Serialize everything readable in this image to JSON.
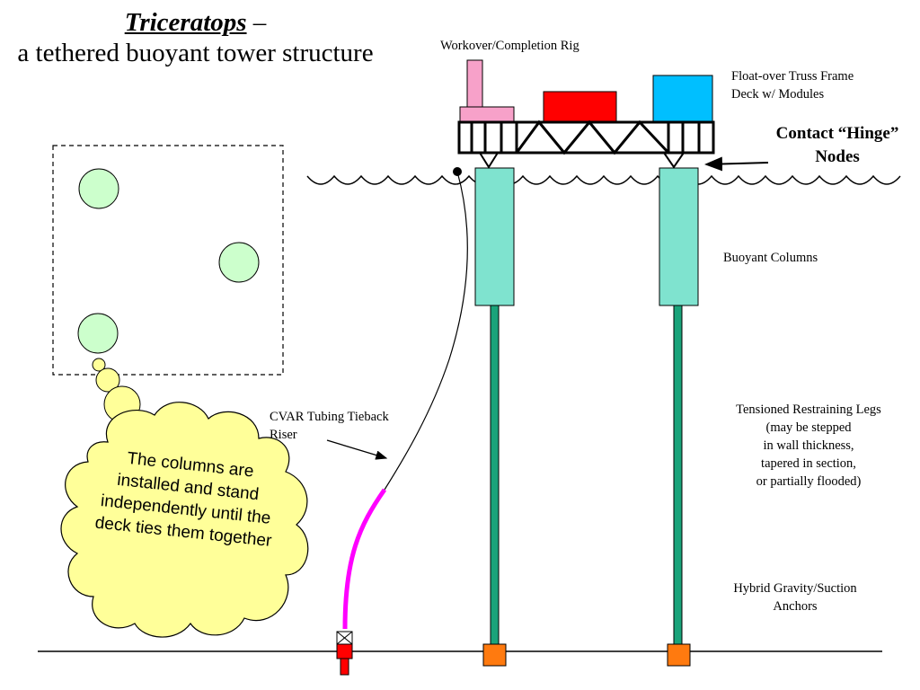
{
  "title": {
    "name": "Triceratops",
    "dash": " –",
    "subtitle": "a tethered buoyant tower structure"
  },
  "labels": {
    "rig": "Workover/Completion Rig",
    "deck": "Float-over Truss Frame Deck w/ Modules",
    "hinge": "Contact “Hinge” Nodes",
    "columns": "Buoyant Columns",
    "legs_1": "Tensioned Restraining Legs",
    "legs_2": "(may be stepped",
    "legs_3": "in wall thickness,",
    "legs_4": "tapered in section,",
    "legs_5": "or partially flooded)",
    "anchors_1": "Hybrid Gravity/Suction",
    "anchors_2": "Anchors",
    "riser_1": "CVAR Tubing Tieback",
    "riser_2": "Riser"
  },
  "thought_cloud": {
    "text": "The columns are installed and stand independently until the deck ties them together"
  },
  "colors": {
    "column": "#7fe3cf",
    "leg": "#1aa37a",
    "anchor": "#ff7a0f",
    "rig": "#f7a1c9",
    "module_red": "#ff0000",
    "module_blue": "#00bfff",
    "riser_magenta": "#ff00ff",
    "cloud": "#ffff99",
    "plan_circle": "#ccffcc"
  }
}
